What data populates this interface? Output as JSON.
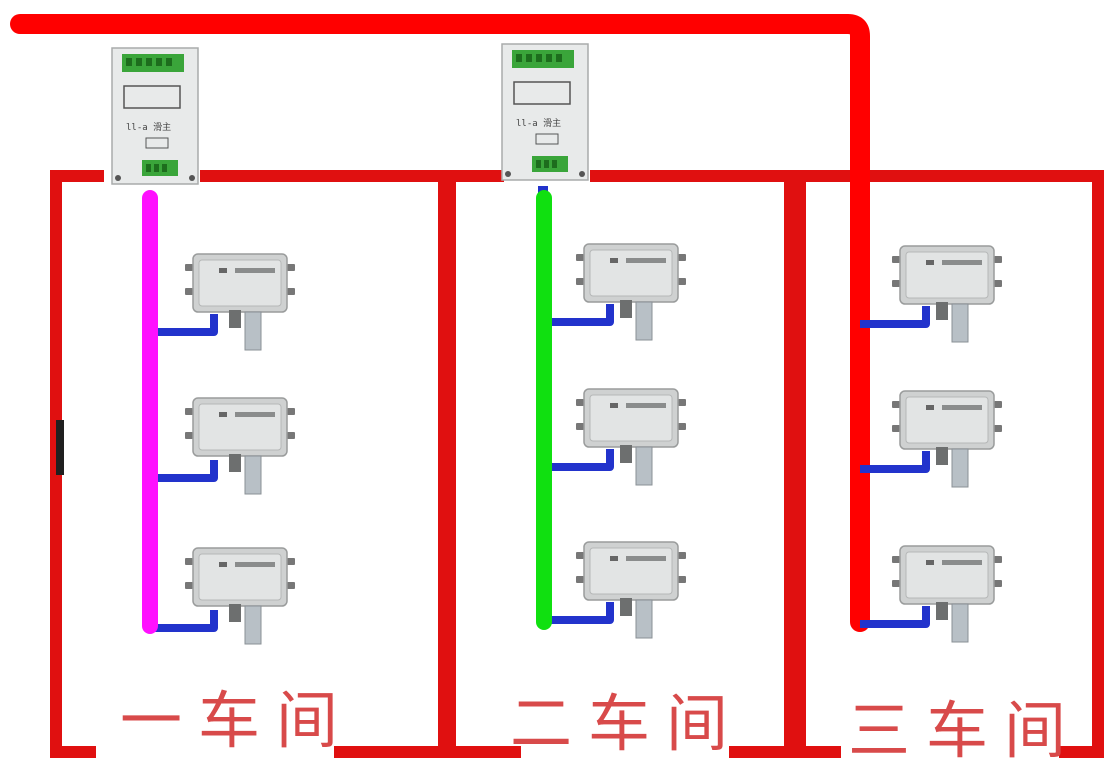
{
  "workshops": [
    {
      "label": "一车间",
      "bus_color": "#ff10ff"
    },
    {
      "label": "二车间",
      "bus_color": "#10e010"
    },
    {
      "label": "三车间",
      "bus_color": "#ff0000"
    }
  ],
  "colors": {
    "trunk": "#ff0000",
    "walls": "#e01010",
    "drop_cable": "#2233cc",
    "device_body": "#d6d8d8",
    "terminal": "#3aa53a"
  },
  "converter": {
    "text": "ll-a 滑主",
    "icon": "converter-module-icon"
  },
  "sensor": {
    "icon": "sensor-box-icon",
    "count_per_workshop": 3
  }
}
